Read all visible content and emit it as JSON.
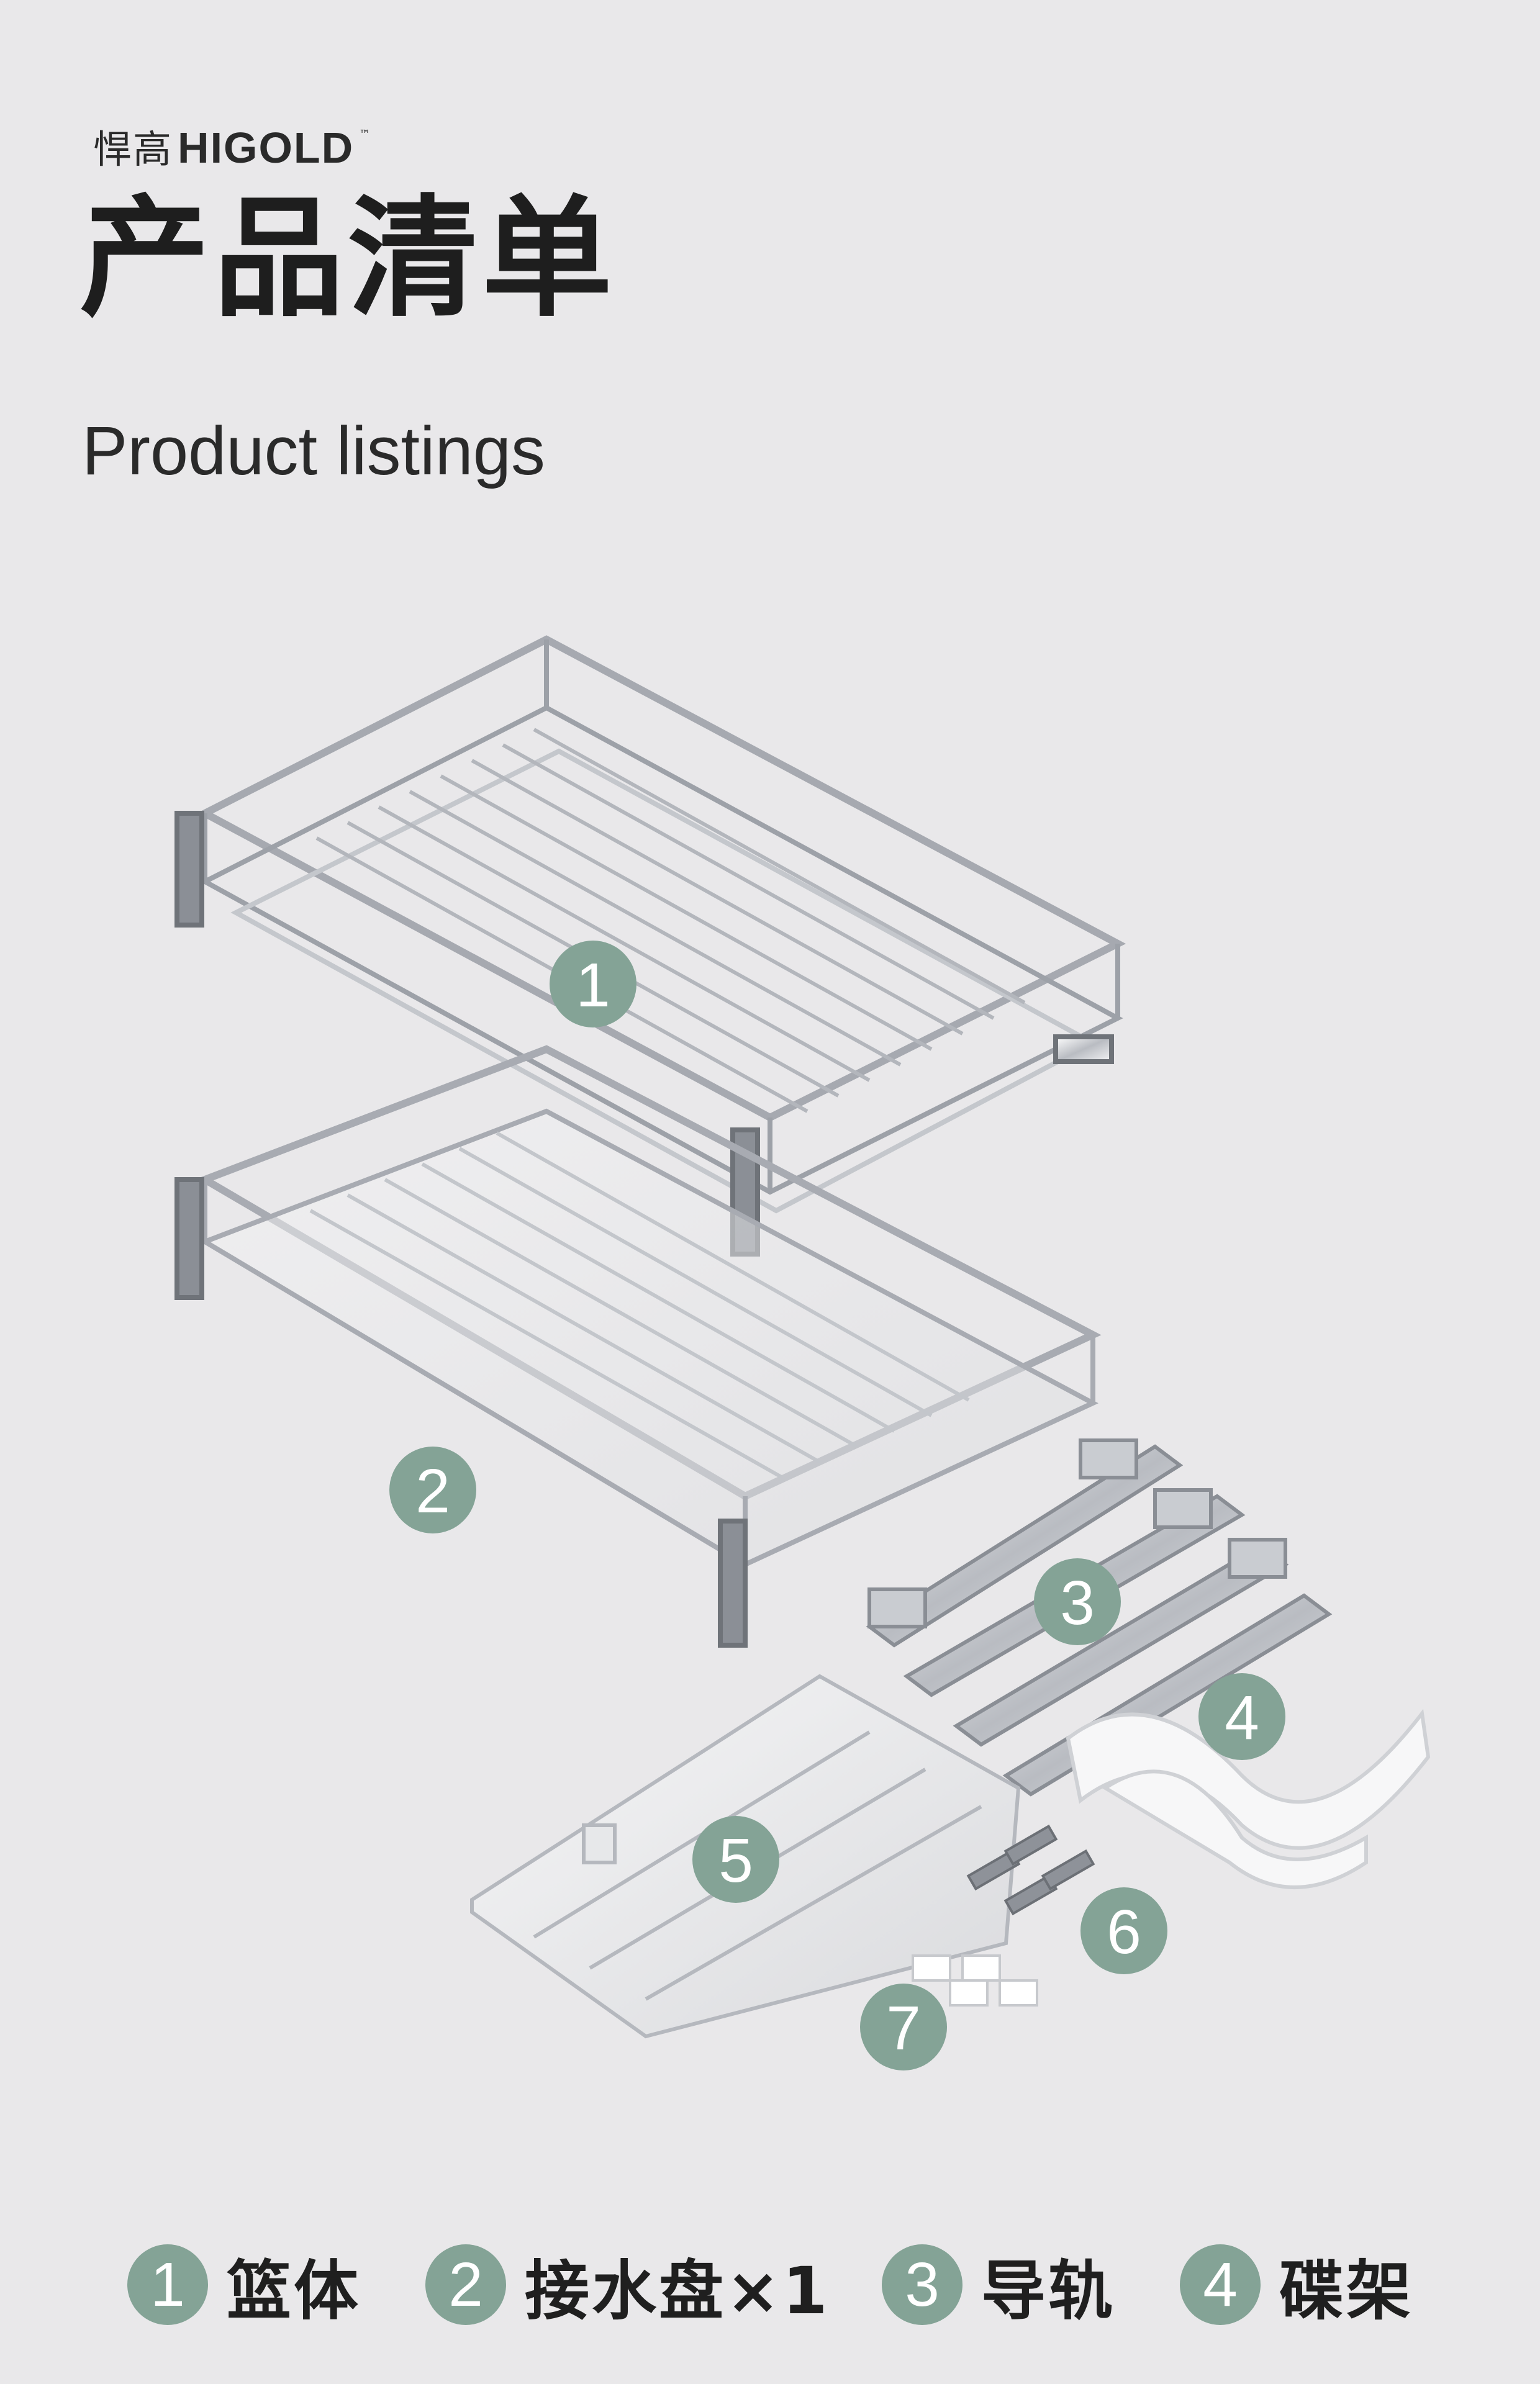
{
  "brand": {
    "cn": "悍高",
    "en": "HIGOLD",
    "tm": "™"
  },
  "title": {
    "cn": "产品清单",
    "en": "Product listings"
  },
  "callouts": [
    "1",
    "2",
    "3",
    "4",
    "5",
    "6",
    "7"
  ],
  "legend": [
    {
      "num": "1",
      "label": "篮体"
    },
    {
      "num": "2",
      "label": "接水盘×1"
    },
    {
      "num": "3",
      "label": "导轨"
    },
    {
      "num": "4",
      "label": "碟架"
    }
  ],
  "colors": {
    "badge": "#84a396",
    "background": "#e9e8ea"
  }
}
